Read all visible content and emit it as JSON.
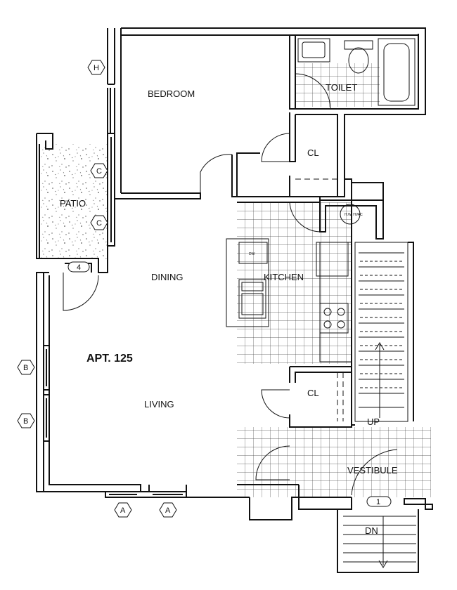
{
  "plan": {
    "unit": "APT. 125",
    "rooms": {
      "bedroom": "BEDROOM",
      "toilet": "TOILET",
      "closet_upper": "CL",
      "patio": "PATIO",
      "dining": "DINING",
      "kitchen": "KITCHEN",
      "living": "LIVING",
      "closet_lower": "CL",
      "vestibule": "VESTIBULE"
    },
    "stairs": {
      "up": "UP",
      "down": "DN"
    },
    "appliances": {
      "dishwasher": "DW",
      "hvac": "H.W. HVAC"
    },
    "markers": {
      "h": "H",
      "c_upper": "C",
      "c_lower": "C",
      "b_upper": "B",
      "b_lower": "B",
      "a_left": "A",
      "a_right": "A",
      "door_4": "4",
      "door_1": "1"
    }
  }
}
